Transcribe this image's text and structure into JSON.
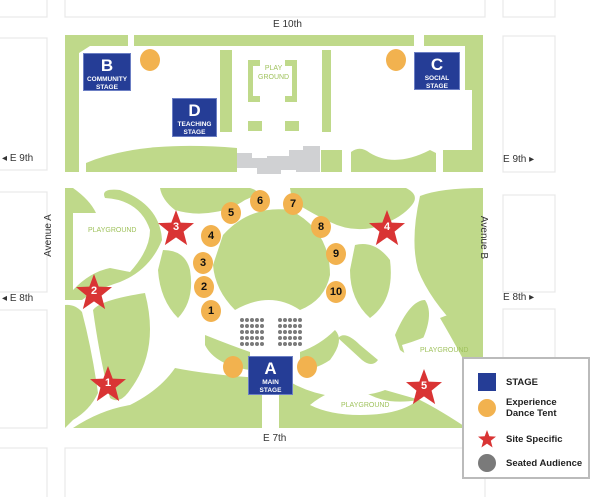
{
  "streets": {
    "e10": "E 10th",
    "e9_left": "E 9th",
    "e9_right": "E 9th",
    "e8_left": "E 8th",
    "e8_right": "E 8th",
    "e7": "E 7th",
    "ave_a": "Avenue A",
    "ave_b": "Avenue B"
  },
  "playgrounds": {
    "top": "PLAY\nGROUND",
    "left": "PLAYGROUND",
    "right": "PLAYGROUND",
    "bottom": "PLAYGROUND"
  },
  "stages": [
    {
      "letter": "A",
      "name": "MAIN\nSTAGE"
    },
    {
      "letter": "B",
      "name": "COMMUNITY\nSTAGE"
    },
    {
      "letter": "C",
      "name": "SOCIAL\nSTAGE"
    },
    {
      "letter": "D",
      "name": "TEACHING\nSTAGE"
    }
  ],
  "tents": [
    "1",
    "2",
    "3",
    "4",
    "5",
    "6",
    "7",
    "8",
    "9",
    "10"
  ],
  "site_specific": [
    "1",
    "2",
    "3",
    "4",
    "5"
  ],
  "legend": {
    "stage": "STAGE",
    "tent": "Experience Dance Tent",
    "site": "Site Specific",
    "seated": "Seated Audience"
  },
  "colors": {
    "grass": "#bfd98a",
    "stage": "#253d96",
    "tent": "#f2b24f",
    "site": "#d93434",
    "seat": "#7a7a7a",
    "plaza": "#d0d1d3"
  }
}
